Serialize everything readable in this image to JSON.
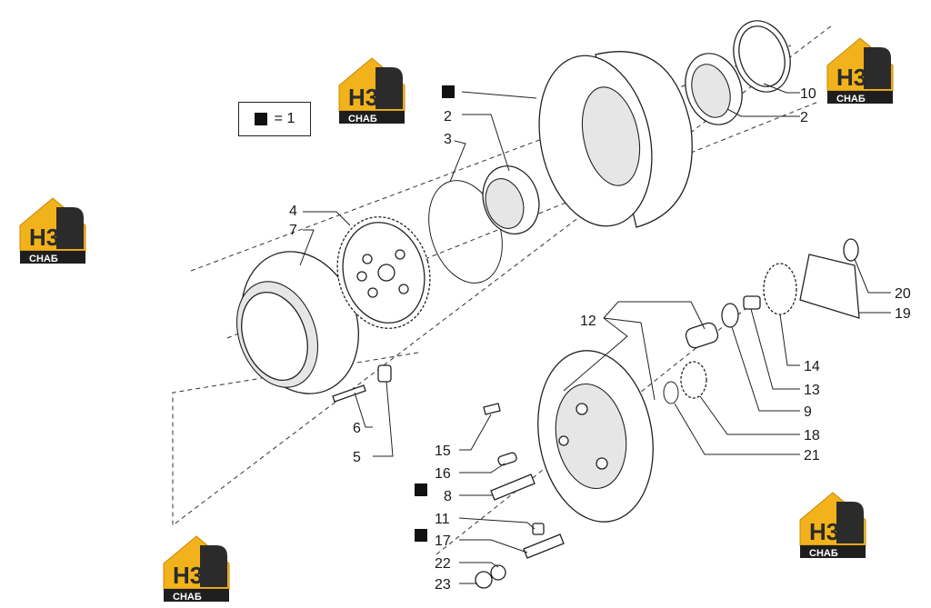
{
  "legend": {
    "text": "= 1"
  },
  "logo": {
    "letters": "H3",
    "wordmark": "CHAБ"
  },
  "callouts": {
    "c2a": "2",
    "c2b": "2",
    "c3": "3",
    "c4": "4",
    "c5": "5",
    "c6": "6",
    "c7": "7",
    "c8": "8",
    "c9": "9",
    "c10": "10",
    "c11": "11",
    "c12": "12",
    "c13": "13",
    "c14": "14",
    "c15": "15",
    "c16": "16",
    "c17": "17",
    "c18": "18",
    "c19": "19",
    "c20": "20",
    "c21": "21",
    "c22": "22",
    "c23": "23"
  }
}
